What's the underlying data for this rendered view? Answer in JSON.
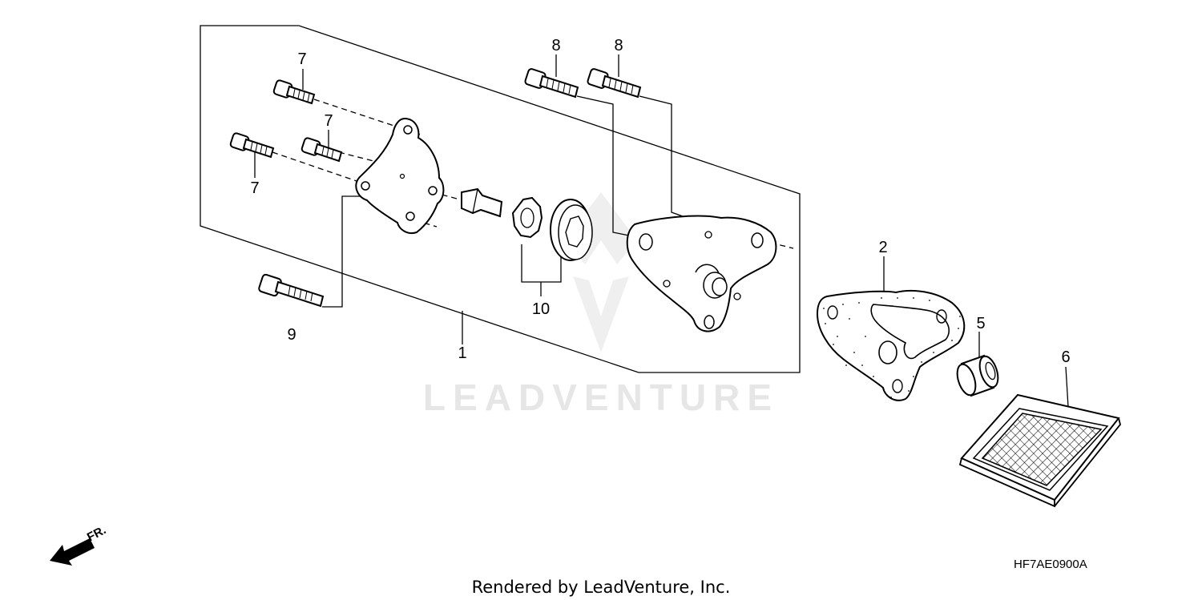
{
  "callouts": {
    "p7a": "7",
    "p7b": "7",
    "p7c": "7",
    "p8a": "8",
    "p8b": "8",
    "p9": "9",
    "p10": "10",
    "p1": "1",
    "p2": "2",
    "p5": "5",
    "p6": "6"
  },
  "diagram_code": "HF7AE0900A",
  "watermark": "LEADVENTURE",
  "footer": "Rendered by LeadVenture, Inc.",
  "direction_label": "FR."
}
